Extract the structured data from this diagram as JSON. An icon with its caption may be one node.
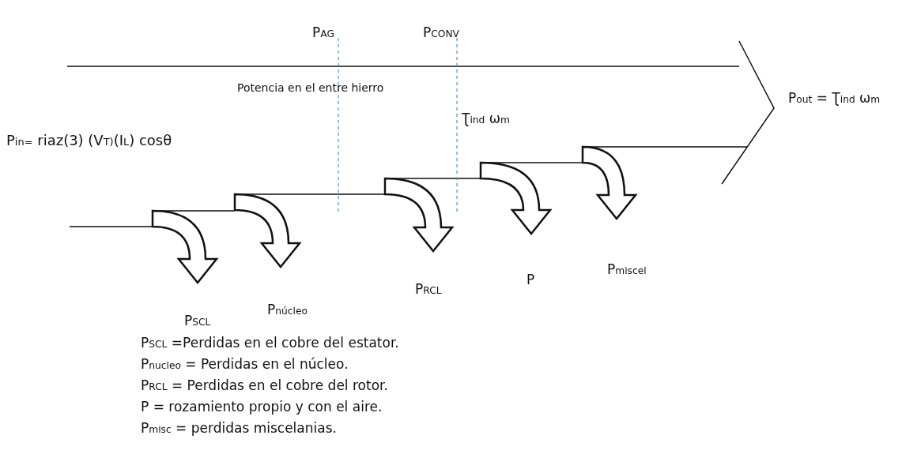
{
  "diagram": {
    "labels": [
      "P$_{AG}$",
      "P$_{CONV}$",
      "Potencia en el entre hierro",
      "Ʈ$_{ind}$ ω$_{m}$",
      "P$_{out}$ = Ʈ$_{ind}$ ω$_{m}$",
      "P$_{in=}$ riaz(3) (V$_{T)}$(I$_{L}$) cosθ",
      "P$_{miscel}$",
      "P",
      "P$_{RCL}$",
      "P$_{núcleo}$",
      "P$_{SCL}$",
      "P$_{SCL}$ =Perdidas en el cobre del estator.",
      "P$_{nucleo}$ = Perdidas en el núcleo.",
      "P$_{RCL}$ = Perdidas en el cobre del rotor.",
      "P = rozamiento propio y con el aire.",
      "P$_{misc}$ = perdidas miscelanias."
    ]
  }
}
